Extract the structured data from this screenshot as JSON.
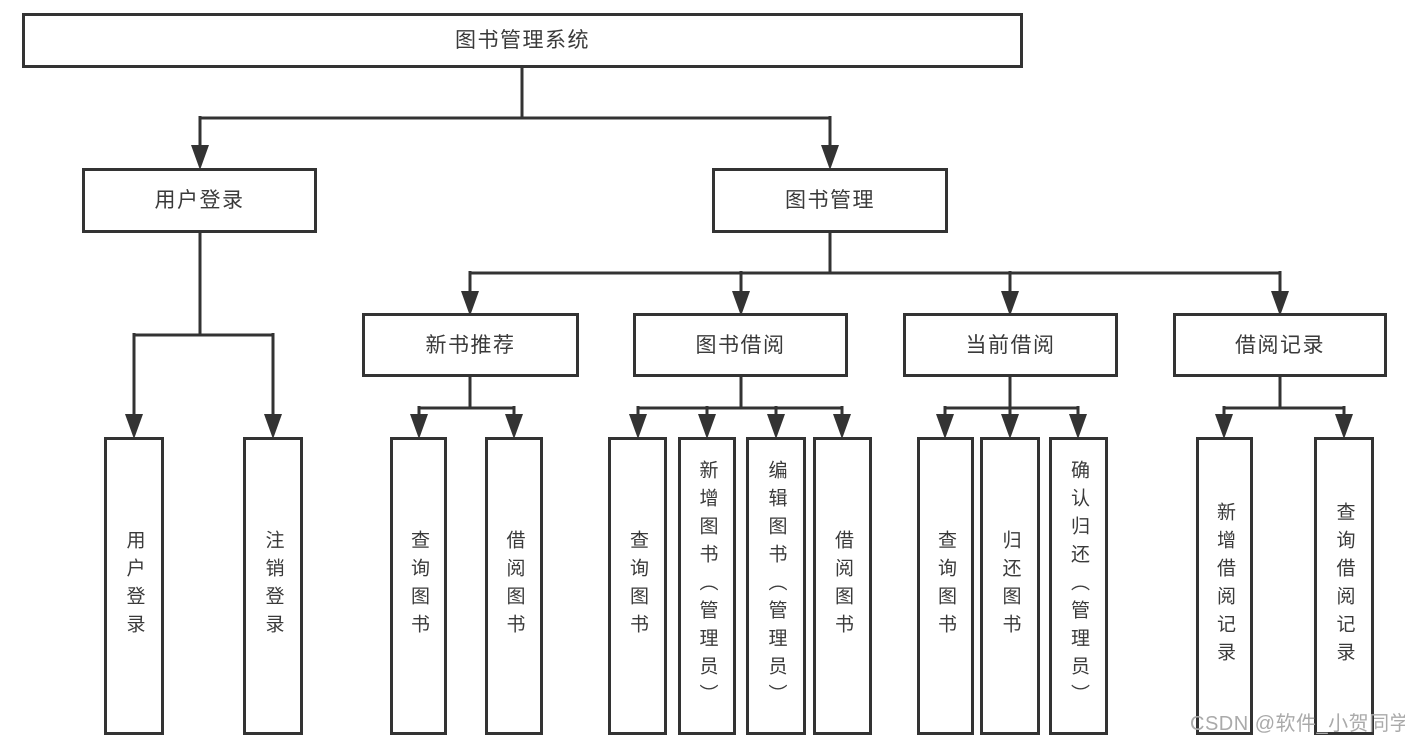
{
  "diagram": {
    "title": "图书管理系统",
    "level2": {
      "user_login": "用户登录",
      "book_management": "图书管理"
    },
    "level3": {
      "new_book_recommend": "新书推荐",
      "book_borrow": "图书借阅",
      "current_borrow": "当前借阅",
      "borrow_records": "借阅记录"
    },
    "leaves": {
      "login_user_login": "用户登录",
      "login_logout": "注销登录",
      "rec_query_books": "查询图书",
      "rec_borrow_books": "借阅图书",
      "bb_query_books": "查询图书",
      "bb_add_books": "新增图书（管理员）",
      "bb_edit_books": "编辑图书（管理员）",
      "bb_borrow_books": "借阅图书",
      "cur_query_books": "查询图书",
      "cur_return_books": "归还图书",
      "cur_confirm_return": "确认归还（管理员）",
      "rcd_add_record": "新增借阅记录",
      "rcd_query_record": "查询借阅记录"
    }
  },
  "watermark": "CSDN @软件_小贺同学",
  "colors": {
    "line": "#333333",
    "text": "#3a3a3a",
    "watermark": "#aaaaaa",
    "background": "#ffffff"
  }
}
